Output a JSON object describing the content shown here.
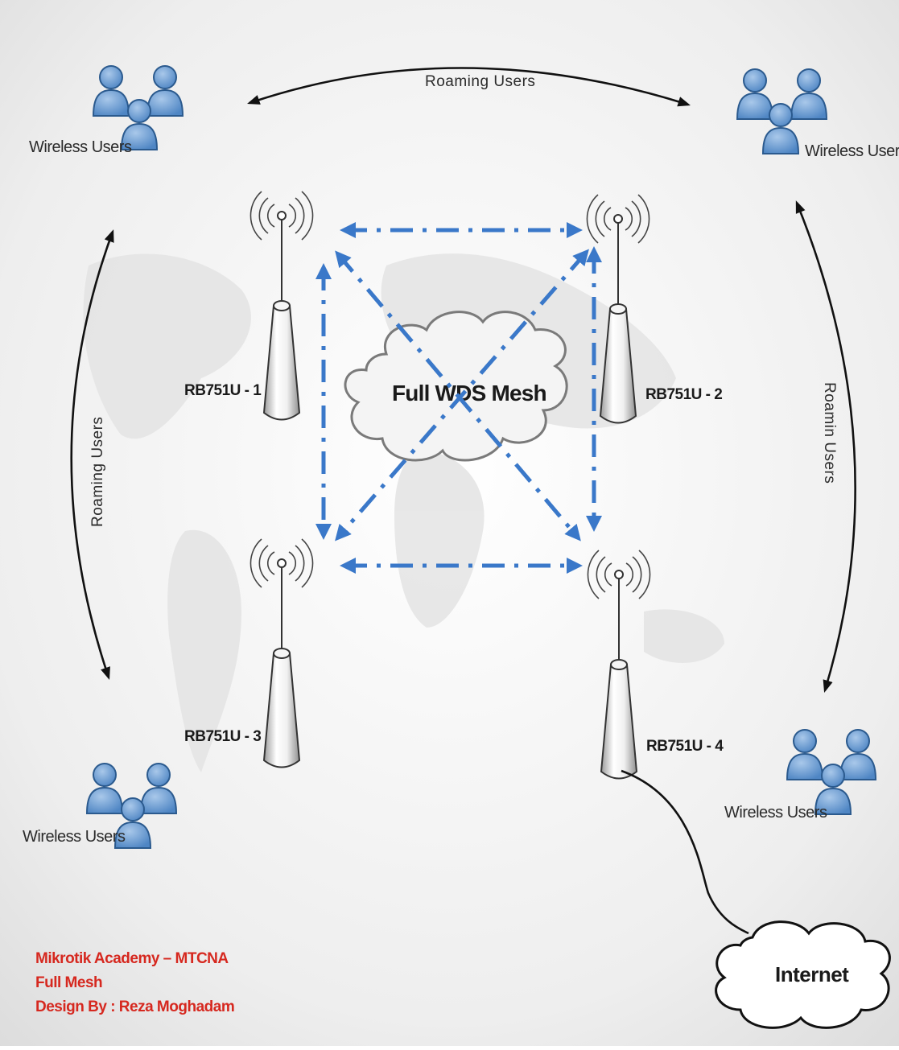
{
  "user_groups": {
    "top_left": "Wireless Users",
    "top_right": "Wireless Users",
    "bottom_left": "Wireless Users",
    "bottom_right": "Wireless Users"
  },
  "roaming": {
    "top": "Roaming Users",
    "left": "Roaming Users",
    "right": "Roamin Users"
  },
  "routers": {
    "r1": "RB751U - 1",
    "r2": "RB751U - 2",
    "r3": "RB751U - 3",
    "r4": "RB751U - 4"
  },
  "mesh_label": "Full WDS Mesh",
  "internet_label": "Internet",
  "credits": {
    "line1": "Mikrotik Academy – MTCNA",
    "line2": "Full Mesh",
    "line3": "Design By : Reza Moghadam"
  },
  "colors": {
    "mesh_link": "#3a78c9",
    "user_icon": "#6d9fd3",
    "credit_text": "#d6281f"
  }
}
